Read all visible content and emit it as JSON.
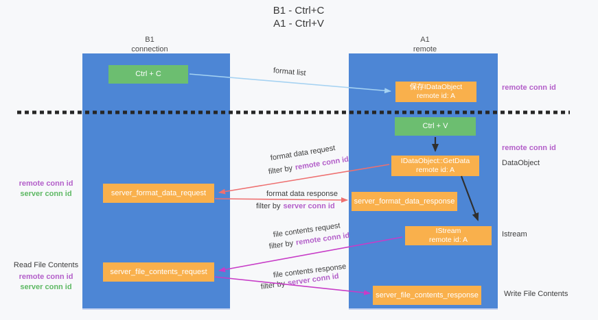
{
  "title": {
    "line1": "B1 - Ctrl+C",
    "line2": "A1 - Ctrl+V"
  },
  "lanes": {
    "b1": {
      "name": "B1",
      "subtitle": "connection"
    },
    "a1": {
      "name": "A1",
      "subtitle": "remote"
    }
  },
  "boxes": {
    "ctrl_c": {
      "label": "Ctrl + C"
    },
    "ctrl_v": {
      "label": "Ctrl + V"
    },
    "save_idataobject": {
      "line1": "保存IDataObject",
      "line2": "remote id: A"
    },
    "idataobject_getdata": {
      "line1": "IDataObject::GetData",
      "line2": "remote id: A"
    },
    "istream": {
      "line1": "IStream",
      "line2": "remote id: A"
    },
    "server_format_data_request": {
      "label": "server_format_data_request"
    },
    "server_format_data_response": {
      "label": "server_format_data_response"
    },
    "server_file_contents_request": {
      "label": "server_file_contents_request"
    },
    "server_file_contents_response": {
      "label": "server_file_contents_response"
    }
  },
  "annotations": {
    "remote_conn_id": "remote conn id",
    "server_conn_id": "server conn id",
    "dataobject": "DataObject",
    "istream": "Istream",
    "read_file_contents": "Read File Contents",
    "write_file_contents": "Write File Contents"
  },
  "arrow_labels": {
    "format_list": "format list",
    "format_data_request": "format data request",
    "format_data_response": "format data response",
    "file_contents_request": "file contents request",
    "file_contents_response": "file contents response",
    "filter_by": "filter by"
  },
  "colors": {
    "lane_blue": "#4d86d5",
    "box_green": "#6cbe70",
    "box_orange": "#f9b04c",
    "conn_purple": "#b35fc9",
    "conn_green": "#5db863",
    "arrow_light_blue": "#a5d2f2",
    "arrow_red": "#ee7070",
    "arrow_magenta": "#c73cc7",
    "arrow_black": "#2f2f2f"
  }
}
